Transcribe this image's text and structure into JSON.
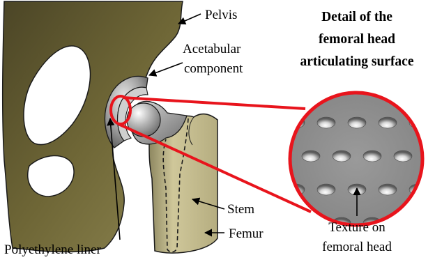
{
  "labels": {
    "pelvis": "Pelvis",
    "acetabular_line1": "Acetabular",
    "acetabular_line2": "component",
    "stem": "Stem",
    "femur": "Femur",
    "liner": "Polyethylene liner",
    "texture_line1": "Texture on",
    "texture_line2": "femoral head"
  },
  "detail_title": {
    "line1": "Detail of the",
    "line2": "femoral head",
    "line3": "articulating surface"
  },
  "colors": {
    "bone_dark": "#5a5530",
    "bone_light": "#c8bf8e",
    "metal": "#9c9c9c",
    "highlight_ring": "#e8141c",
    "texture_background": "#8f8f8f"
  }
}
